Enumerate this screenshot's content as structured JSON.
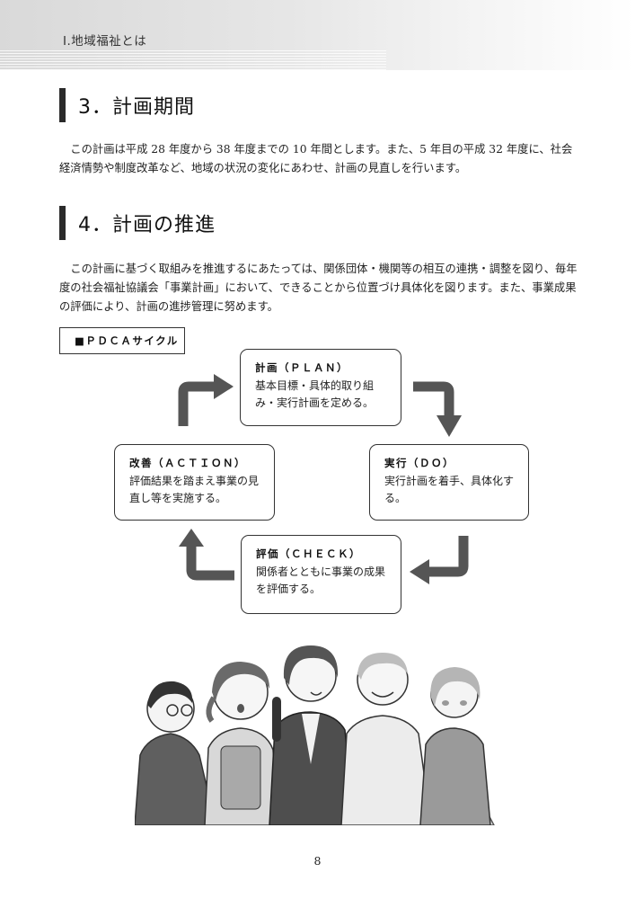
{
  "header": {
    "chapter": "Ⅰ.地域福祉とは"
  },
  "sections": [
    {
      "heading": "3．計画期間",
      "paragraph": "この計画は平成 28 年度から 38 年度までの 10 年間とします。また、5 年目の平成 32 年度に、社会経済情勢や制度改革など、地域の状況の変化にあわせ、計画の見直しを行います。"
    },
    {
      "heading": "4．計画の推進",
      "paragraph": "この計画に基づく取組みを推進するにあたっては、関係団体・機関等の相互の連携・調整を図り、毎年度の社会福祉協議会「事業計画」において、できることから位置づけ具体化を図ります。また、事業成果の評価により、計画の進捗管理に努めます。"
    }
  ],
  "pdca": {
    "label": "■ＰＤＣＡサイクル",
    "plan": {
      "title": "計画（ＰＬＡＮ）",
      "body": "基本目標・具体的取り組み・実行計画を定める。"
    },
    "do": {
      "title": "実行（ＤＯ）",
      "body": "実行計画を着手、具体化する。"
    },
    "check": {
      "title": "評価（ＣＨＥＣＫ）",
      "body": "関係者とともに事業の成果を評価する。"
    },
    "action": {
      "title": "改善（ＡＣＴＩＯＮ）",
      "body": "評価結果を踏まえ事業の見直し等を実施する。"
    }
  },
  "illustration": {
    "icon": "meeting-people-illustration"
  },
  "footer": {
    "page_number": "8"
  }
}
